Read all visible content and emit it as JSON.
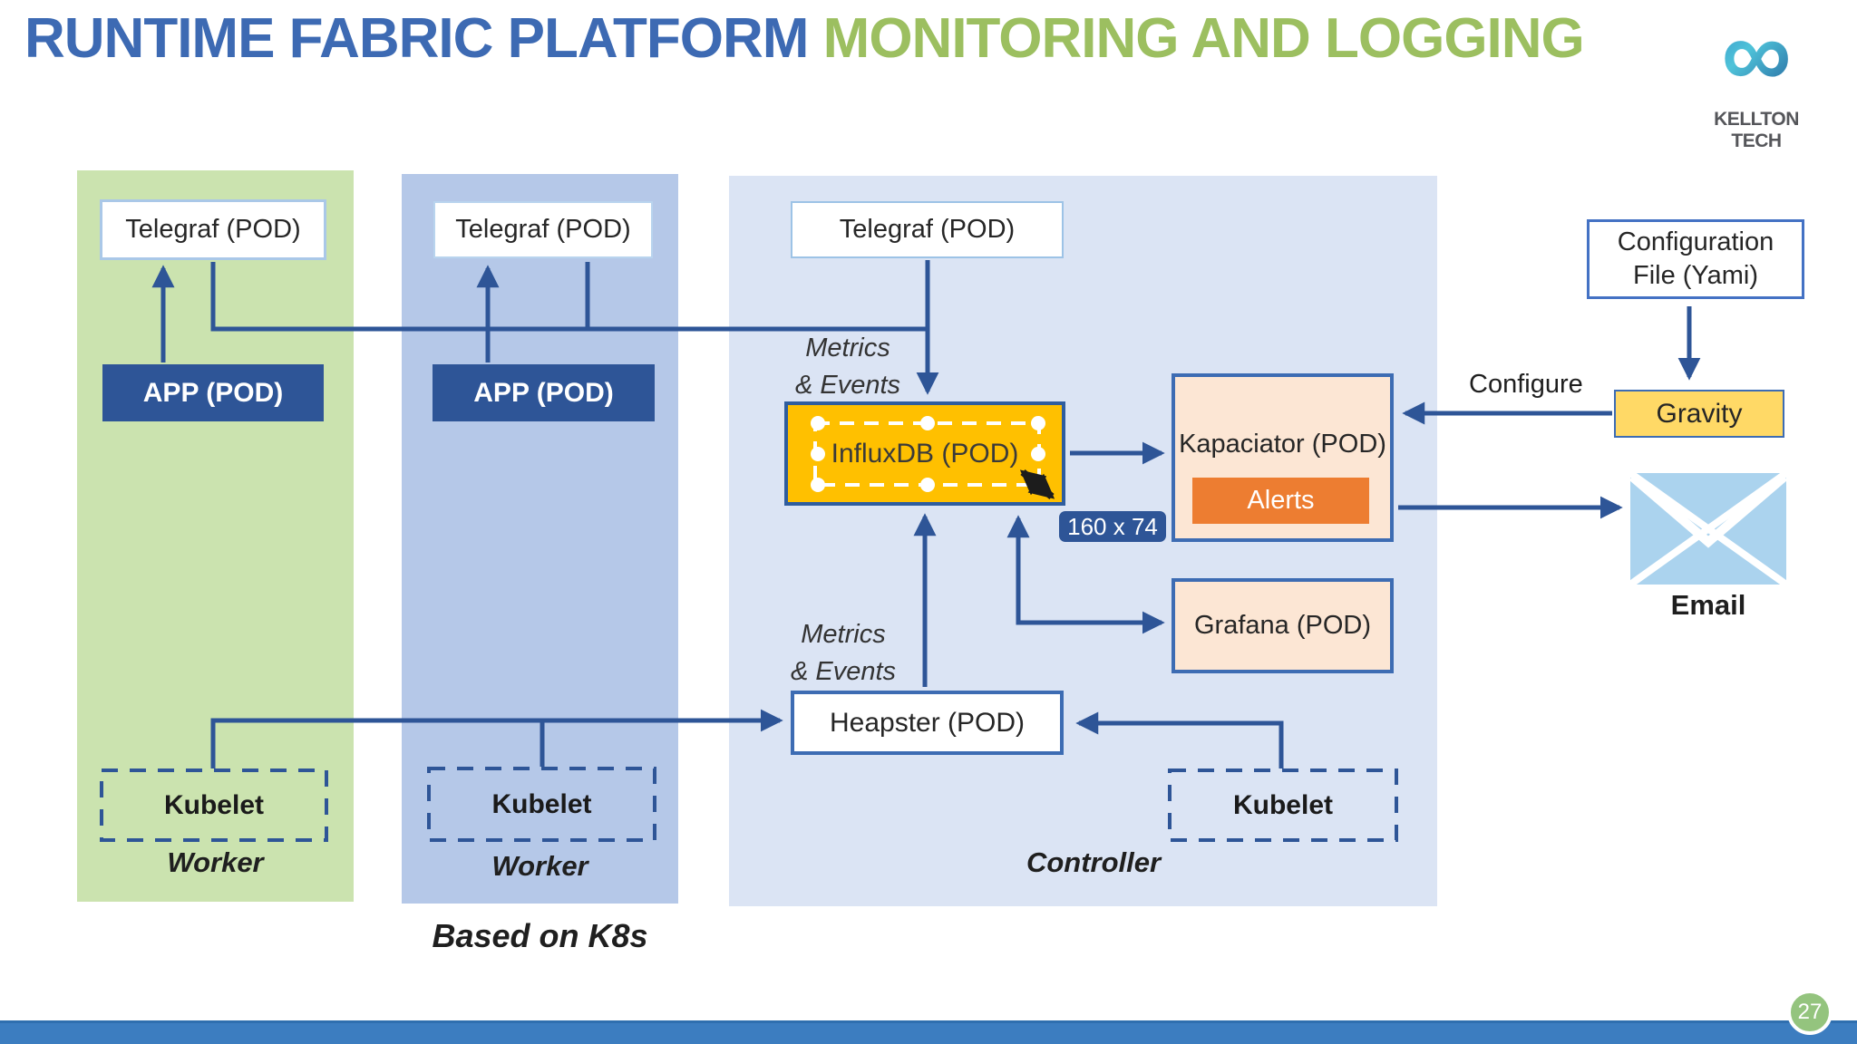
{
  "title": {
    "part1": "RUNTIME FABRIC PLATFORM ",
    "part2": "MONITORING AND LOGGING"
  },
  "logo": {
    "symbol": "∞",
    "brand": "KELLTON TECH"
  },
  "workers": {
    "worker1": {
      "telegraf": "Telegraf (POD)",
      "app": "APP (POD)",
      "kubelet": "Kubelet",
      "label": "Worker"
    },
    "worker2": {
      "telegraf": "Telegraf (POD)",
      "app": "APP (POD)",
      "kubelet": "Kubelet",
      "label": "Worker"
    }
  },
  "controller": {
    "telegraf": "Telegraf (POD)",
    "influxdb": "InfluxDB (POD)",
    "heapster": "Heapster (POD)",
    "kubelet": "Kubelet",
    "label": "Controller",
    "kapaciator": "Kapaciator (POD)",
    "alerts": "Alerts",
    "grafana": "Grafana (POD)"
  },
  "right_panel": {
    "config_file_line1": "Configuration",
    "config_file_line2": "File (Yami)",
    "gravity": "Gravity",
    "configure": "Configure",
    "email": "Email"
  },
  "labels": {
    "metrics_events_line1": "Metrics",
    "metrics_events_line2": "& Events",
    "based_on": "Based on K8s",
    "size_indicator": "160 x 74"
  },
  "footer": {
    "page_number": "27"
  },
  "colors": {
    "title_blue": "#3d6ab3",
    "title_green": "#9cbf60",
    "worker1_panel": "#cbe3af",
    "worker2_panel": "#b5c8e8",
    "controller_panel": "#dbe4f4",
    "app_box": "#2e5597",
    "influxdb_fill": "#ffc000",
    "alerts_fill": "#ed7d31",
    "pod_fill": "#fce6d4",
    "gravity_fill": "#ffd966",
    "connector": "#2e5597",
    "footer_bar": "#3c7dc0",
    "page_circle": "#94c47e",
    "email_icon": "#abd3ee"
  }
}
